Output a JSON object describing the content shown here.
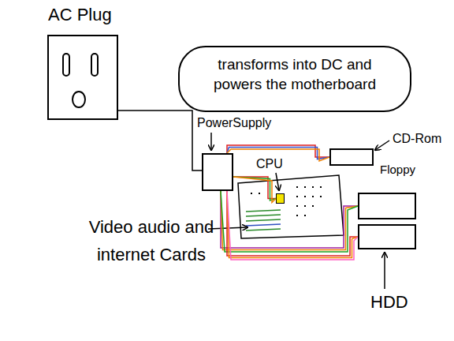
{
  "diagram": {
    "nodes": [
      {
        "text": [
          "AC Plug"
        ]
      },
      {
        "text": [
          "transforms into DC and powers the motherboard"
        ]
      },
      {
        "text": [
          "PowerSupply"
        ]
      },
      {
        "text": [
          "CPU"
        ]
      },
      {
        "text": [
          "CD-Rom"
        ]
      },
      {
        "text": [
          "Floppy"
        ]
      },
      {
        "text": [
          "HDD"
        ]
      }
    ],
    "edges": [
      {
        "from": 0,
        "to": 2,
        "arrow": "none"
      },
      {
        "from": 2,
        "to": 3,
        "arrow": "none"
      },
      {
        "from": 2,
        "to": 4,
        "arrow": "none"
      },
      {
        "from": 2,
        "to": 5,
        "arrow": "none"
      },
      {
        "from": 2,
        "to": 6,
        "arrow": "none"
      }
    ],
    "labels": [
      "Video audio and internet Cards"
    ]
  }
}
